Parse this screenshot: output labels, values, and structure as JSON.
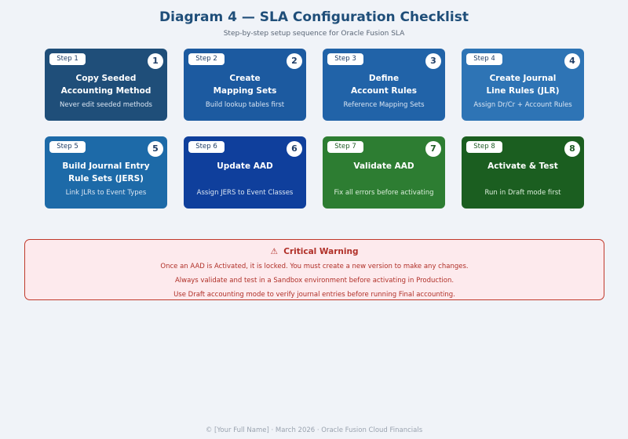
{
  "header": {
    "title": "Diagram 4 — SLA Configuration Checklist",
    "subtitle": "Step-by-step setup sequence for Oracle Fusion SLA"
  },
  "colors": {
    "title": "#1f4e79",
    "warning_border": "#c0392b",
    "warning_bg": "#fdeaed",
    "warning_text": "#b03028"
  },
  "steps": [
    {
      "pill": "Step 1",
      "num": "1",
      "title": "Copy Seeded\nAccounting Method",
      "sub": "Never edit seeded methods",
      "color": "#1f4e79"
    },
    {
      "pill": "Step 2",
      "num": "2",
      "title": "Create\nMapping Sets",
      "sub": "Build lookup tables first",
      "color": "#1c5aa0"
    },
    {
      "pill": "Step 3",
      "num": "3",
      "title": "Define\nAccount Rules",
      "sub": "Reference Mapping Sets",
      "color": "#2163a8"
    },
    {
      "pill": "Step 4",
      "num": "4",
      "title": "Create Journal\nLine Rules (JLR)",
      "sub": "Assign Dr/Cr + Account Rules",
      "color": "#2e74b5"
    },
    {
      "pill": "Step 5",
      "num": "5",
      "title": "Build Journal Entry\nRule Sets (JERS)",
      "sub": "Link JLRs to Event Types",
      "color": "#1d6aa8"
    },
    {
      "pill": "Step 6",
      "num": "6",
      "title": "Update AAD",
      "sub": "Assign JERS to Event Classes",
      "color": "#0f3f9c"
    },
    {
      "pill": "Step 7",
      "num": "7",
      "title": "Validate AAD",
      "sub": "Fix all errors before activating",
      "color": "#2d7d32"
    },
    {
      "pill": "Step 8",
      "num": "8",
      "title": "Activate & Test",
      "sub": "Run in Draft mode first",
      "color": "#1b5e20"
    }
  ],
  "warning": {
    "icon": "⚠",
    "title": "Critical Warning",
    "lines": [
      "Once an AAD is Activated, it is locked. You must create a new version to make any changes.",
      "Always validate and test in a Sandbox environment before activating in Production.",
      "Use Draft accounting mode to verify journal entries before running Final accounting."
    ]
  },
  "footer": {
    "text": "© [Your Full Name]  ·  March 2026  ·  Oracle Fusion Cloud Financials"
  }
}
